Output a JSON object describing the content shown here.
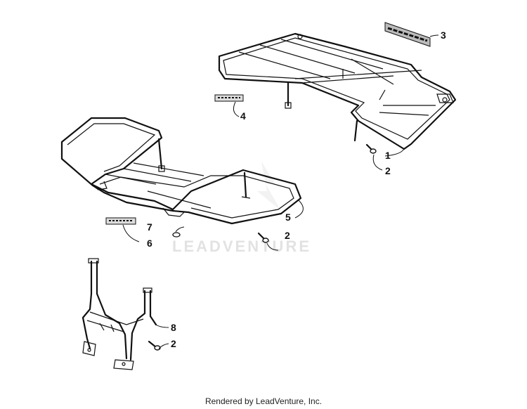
{
  "watermark": "LEADVENTURE",
  "footer": "Rendered by LeadVenture, Inc.",
  "callouts": {
    "c1": "1",
    "c2a": "2",
    "c3": "3",
    "c4": "4",
    "c5": "5",
    "c2b": "2",
    "c7": "7",
    "c6": "6",
    "c8": "8",
    "c2c": "2"
  }
}
